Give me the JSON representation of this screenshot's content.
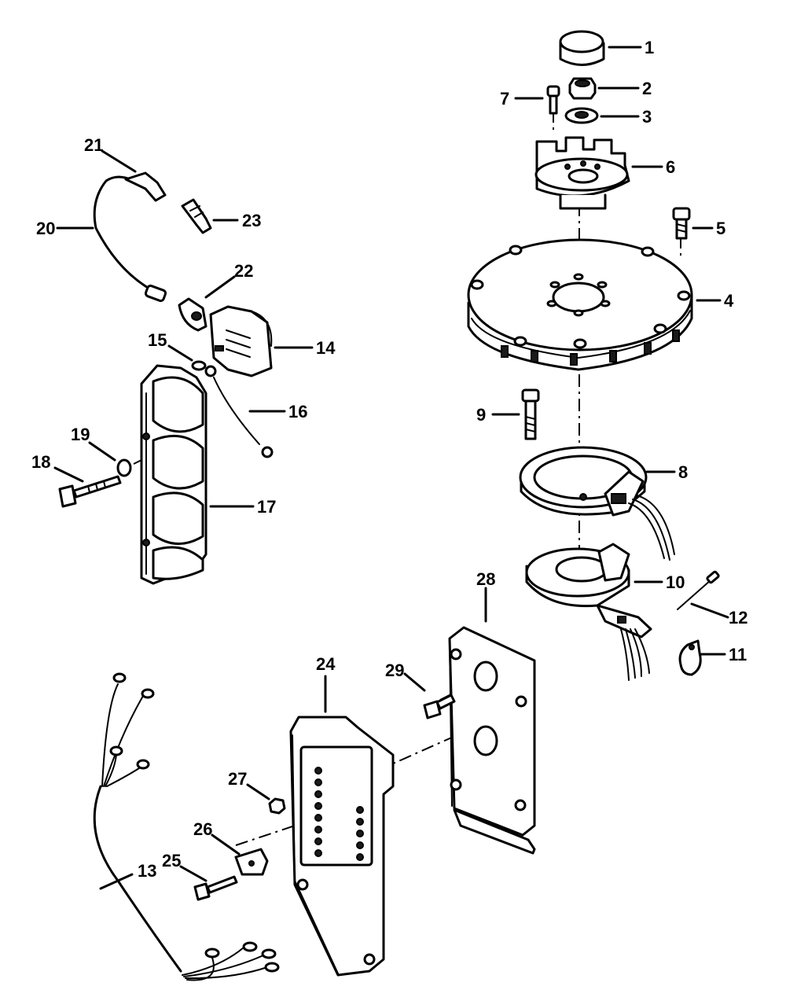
{
  "diagram": {
    "callouts": [
      {
        "id": "1",
        "label": "1"
      },
      {
        "id": "2",
        "label": "2"
      },
      {
        "id": "3",
        "label": "3"
      },
      {
        "id": "4",
        "label": "4"
      },
      {
        "id": "5",
        "label": "5"
      },
      {
        "id": "6",
        "label": "6"
      },
      {
        "id": "7",
        "label": "7"
      },
      {
        "id": "8",
        "label": "8"
      },
      {
        "id": "9",
        "label": "9"
      },
      {
        "id": "10",
        "label": "10"
      },
      {
        "id": "11",
        "label": "11"
      },
      {
        "id": "12",
        "label": "12"
      },
      {
        "id": "13",
        "label": "13"
      },
      {
        "id": "14",
        "label": "14"
      },
      {
        "id": "15",
        "label": "15"
      },
      {
        "id": "16",
        "label": "16"
      },
      {
        "id": "17",
        "label": "17"
      },
      {
        "id": "18",
        "label": "18"
      },
      {
        "id": "19",
        "label": "19"
      },
      {
        "id": "20",
        "label": "20"
      },
      {
        "id": "21",
        "label": "21"
      },
      {
        "id": "22",
        "label": "22"
      },
      {
        "id": "23",
        "label": "23"
      },
      {
        "id": "24",
        "label": "24"
      },
      {
        "id": "25",
        "label": "25"
      },
      {
        "id": "26",
        "label": "26"
      },
      {
        "id": "27",
        "label": "27"
      },
      {
        "id": "28",
        "label": "28"
      },
      {
        "id": "29",
        "label": "29"
      }
    ]
  }
}
